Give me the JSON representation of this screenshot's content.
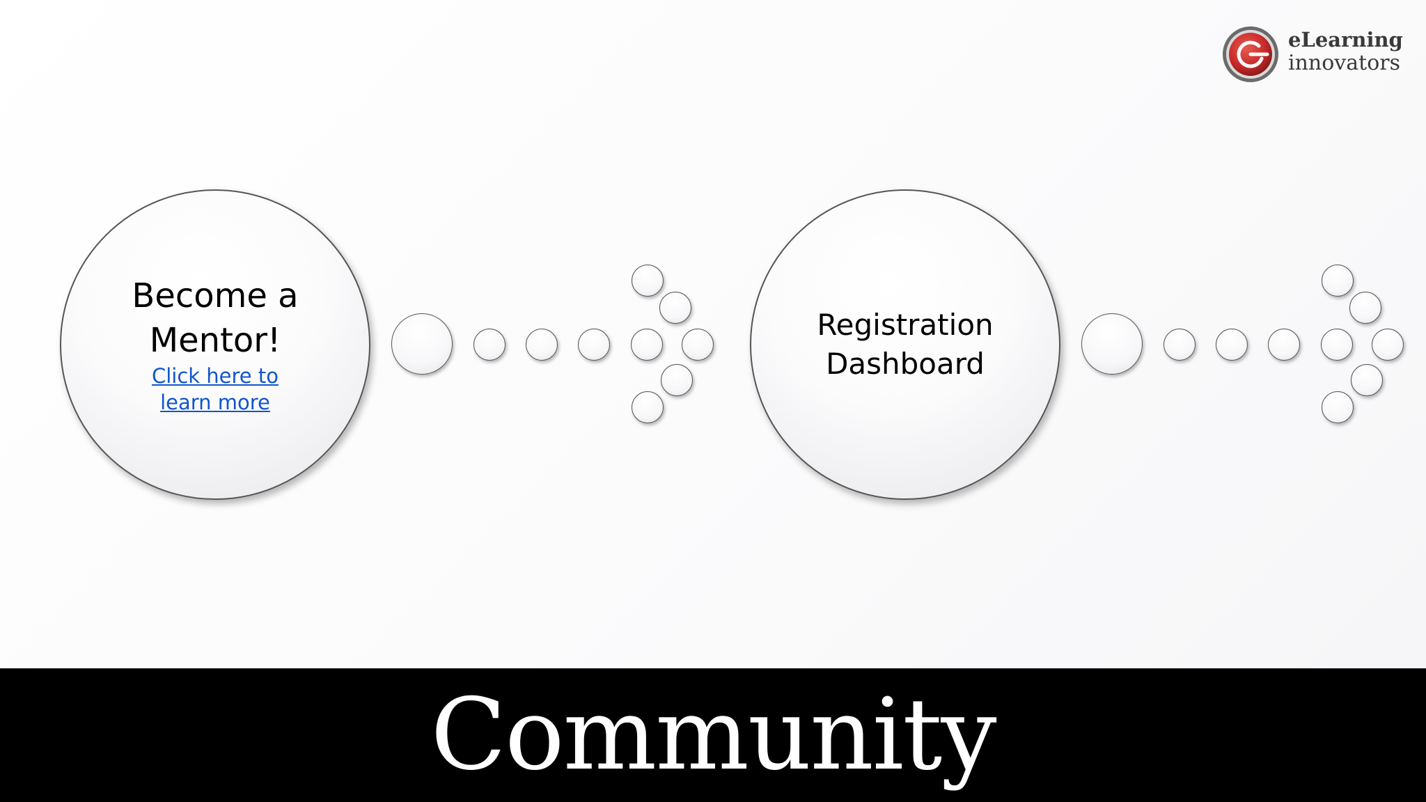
{
  "logo": {
    "line1": "eLearning",
    "line2": "innovators",
    "accent_color": "#c62828"
  },
  "step1": {
    "title_line1": "Become a",
    "title_line2": "Mentor!",
    "link_line1": "Click here to",
    "link_line2": "learn more",
    "link_color": "#1155cc"
  },
  "step2": {
    "title_line1": "Registration",
    "title_line2": "Dashboard"
  },
  "banner": {
    "title": "Community",
    "background": "#000000",
    "text_color": "#ffffff"
  }
}
